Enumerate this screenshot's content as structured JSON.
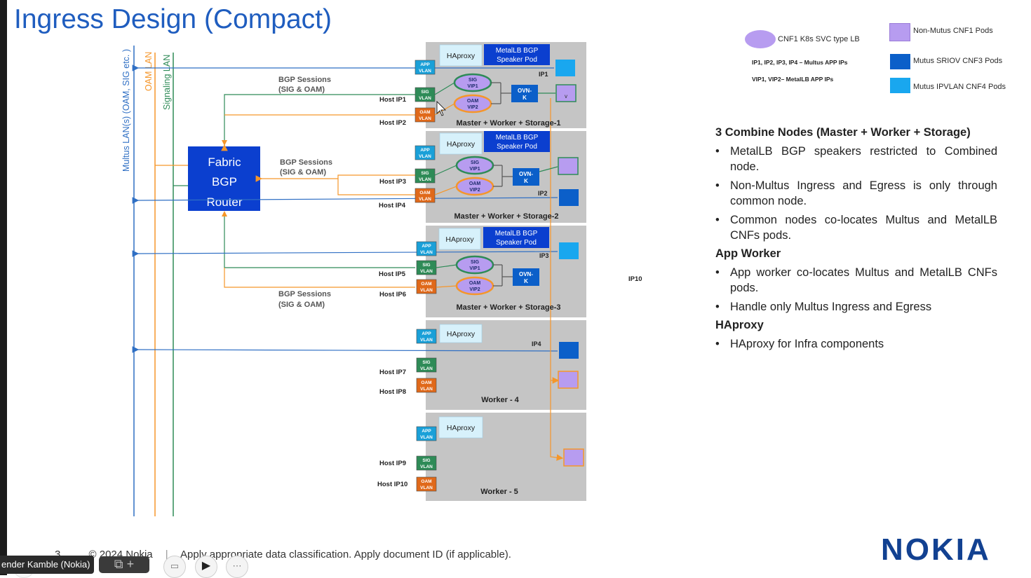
{
  "title": "Ingress Design (Compact)",
  "lans": {
    "multus": "Multus  LAN(s) (OAM, SIG etc. )",
    "oam": "OAM LAN",
    "signaling": "Signaling LAN"
  },
  "router": {
    "line1": "Fabric",
    "line2": "BGP",
    "line3": "Router"
  },
  "bgp_sessions": [
    {
      "line1": "BGP Sessions",
      "line2": "(SIG & OAM)"
    },
    {
      "line1": "BGP Sessions",
      "line2": "(SIG & OAM)"
    },
    {
      "line1": "BGP Sessions",
      "line2": "(SIG & OAM)"
    }
  ],
  "labels": {
    "haproxy": "HAproxy",
    "metallb_line1": "MetalLB BGP",
    "metallb_line2": "Speaker Pod",
    "app": "APP",
    "sig": "SIG",
    "oam": "OAM",
    "vlan": "VLAN",
    "sig_vip1_line1": "SIG",
    "sig_vip1_line2": "VIP1",
    "oam_vip2_line1": "OAM",
    "oam_vip2_line2": "VIP2",
    "ovn_line1": "OVN-",
    "ovn_line2": "K",
    "v": "v"
  },
  "nodes": [
    {
      "name": "Master + Worker + Storage-1",
      "host_a": "Host IP1",
      "host_b": "Host IP2",
      "ip": "IP1"
    },
    {
      "name": "Master + Worker + Storage-2",
      "host_a": "Host IP3",
      "host_b": "Host IP4",
      "ip": "IP2"
    },
    {
      "name": "Master + Worker + Storage-3",
      "host_a": "Host IP5",
      "host_b": "Host IP6",
      "ip": "IP3"
    },
    {
      "name": "Worker - 4",
      "host_a": "Host IP7",
      "host_b": "Host IP8",
      "ip": "IP4"
    },
    {
      "name": "Worker - 5",
      "host_a": "Host IP9",
      "host_b": "Host IP10",
      "ip": ""
    }
  ],
  "ip10": "IP10",
  "legend": {
    "svc_lb": "CNF1 K8s SVC type LB",
    "multus_ips": "IP1, IP2, IP3, IP4 – Multus APP  IPs",
    "metallb_ips": "VIP1, VIP2– MetalLB APP  IPs",
    "non_multus": "Non-Mutus CNF1 Pods",
    "sriov": "Mutus SRIOV CNF3 Pods",
    "ipvlan": "Mutus IPVLAN CNF4 Pods"
  },
  "right_panel": {
    "combine_head": "3 Combine Nodes  (Master + Worker + Storage)",
    "combine_bullets": [
      "MetalLB BGP speakers restricted to Combined node.",
      "Non-Multus Ingress and Egress is only through common node.",
      "Common nodes co-locates Multus and MetalLB CNFs pods."
    ],
    "app_head": "App Worker",
    "app_bullets": [
      "App worker co-locates Multus and MetalLB CNFs pods.",
      "Handle only Multus Ingress and Egress"
    ],
    "haproxy_head": "HAproxy",
    "haproxy_bullets": [
      "HAproxy for Infra components"
    ]
  },
  "footer": {
    "page": "3",
    "copyright": "© 2024 Nokia",
    "classification": "Apply appropriate data classification. Apply document ID (if applicable)."
  },
  "logo": "NOKIA",
  "meeting": {
    "presenter": "ender Kamble (Nokia)"
  },
  "colors": {
    "title_blue": "#1f5dbf",
    "router_blue": "#0b3fcf",
    "multus_line": "#2f6fc4",
    "oam_orange": "#f5962a",
    "sig_green": "#2e8b57",
    "app_cyan": "#1aa0d8",
    "sriov": "#0b5fc9",
    "ipvlan": "#19a7ef",
    "non_multus": "#b79cf0",
    "nokia": "#124191"
  }
}
